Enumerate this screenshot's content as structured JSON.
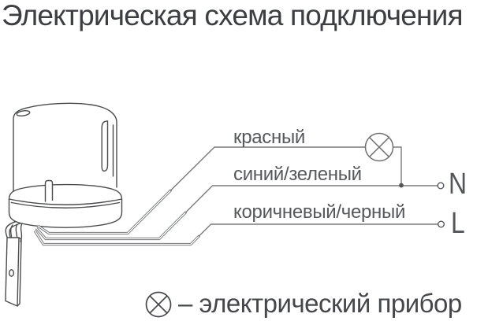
{
  "title": "Электрическая схема подключения",
  "diagram": {
    "wires": [
      {
        "label": "красный",
        "terminal": ""
      },
      {
        "label": "синий/зеленый",
        "terminal": "N"
      },
      {
        "label": "коричневый/черный",
        "terminal": "L"
      }
    ],
    "device": "photocell-sensor-line-drawing",
    "lamp_symbol": "circle-with-diagonal-cross"
  },
  "legend": {
    "symbol": "circle-with-diagonal-cross",
    "text": "– электрический прибор"
  },
  "colors": {
    "background": "#ffffff",
    "title_text": "#3c3e42",
    "label_text": "#56585c",
    "wire_line": "#797a7c",
    "device_outline": "#4b4c4e"
  }
}
